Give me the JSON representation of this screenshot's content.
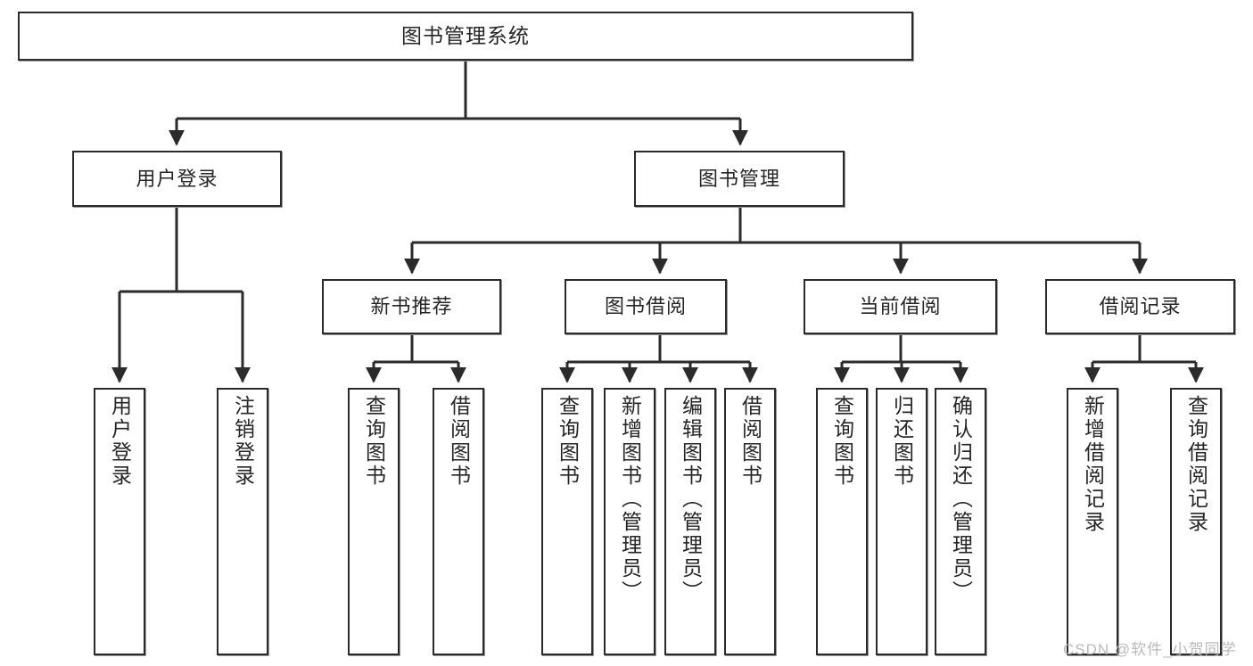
{
  "diagram": {
    "title": "图书管理系统",
    "type": "hierarchy-tree",
    "watermark": "CSDN @软件_小贺同学",
    "colors": {
      "box_border": "#2b2b2b",
      "box_fill": "#ffffff",
      "edge": "#2b2b2b",
      "text": "#262626",
      "watermark": "#b9b9b9"
    },
    "nodes": {
      "root": {
        "label": "图书管理系统"
      },
      "level2": [
        {
          "label": "用户登录"
        },
        {
          "label": "图书管理"
        }
      ],
      "level3": [
        {
          "label": "新书推荐"
        },
        {
          "label": "图书借阅"
        },
        {
          "label": "当前借阅"
        },
        {
          "label": "借阅记录"
        }
      ],
      "leaves": {
        "user_login": [
          {
            "label": "用户登录"
          },
          {
            "label": "注销登录"
          }
        ],
        "new_book_recommend": [
          {
            "label": "查询图书"
          },
          {
            "label": "借阅图书"
          }
        ],
        "book_borrow": [
          {
            "label": "查询图书"
          },
          {
            "label": "新增图书（管理员）"
          },
          {
            "label": "编辑图书（管理员）"
          },
          {
            "label": "借阅图书"
          }
        ],
        "current_borrow": [
          {
            "label": "查询图书"
          },
          {
            "label": "归还图书"
          },
          {
            "label": "确认归还（管理员）"
          }
        ],
        "borrow_record": [
          {
            "label": "新增借阅记录"
          },
          {
            "label": "查询借阅记录"
          }
        ]
      }
    }
  }
}
